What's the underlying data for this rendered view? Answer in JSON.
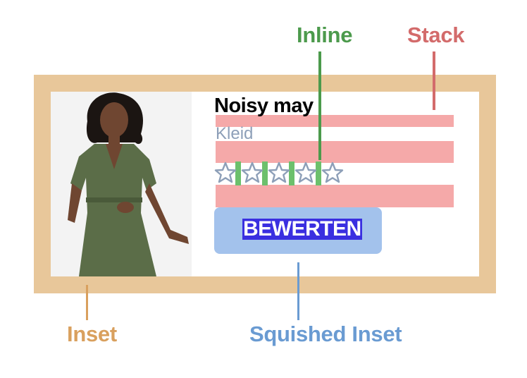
{
  "product": {
    "brand": "Noisy may",
    "category": "Kleid",
    "rating_max": 5,
    "rating_value": 0,
    "button_label": "BEWERTEN"
  },
  "labels": {
    "inline": "Inline",
    "stack": "Stack",
    "inset": "Inset",
    "squished_inset": "Squished Inset"
  },
  "colors": {
    "inset": "#e8c79a",
    "inset_label": "#d9a05e",
    "stack": "#f5a9a9",
    "stack_label": "#d36b6b",
    "inline": "#6cc06c",
    "inline_label": "#4c9a4c",
    "squished_inset": "#a3c2ec",
    "squished_inset_label": "#6a9bd2",
    "star_outline": "#8d9fb8"
  },
  "icons": {
    "star": "star-outline-icon",
    "photo": "dress-photo"
  }
}
